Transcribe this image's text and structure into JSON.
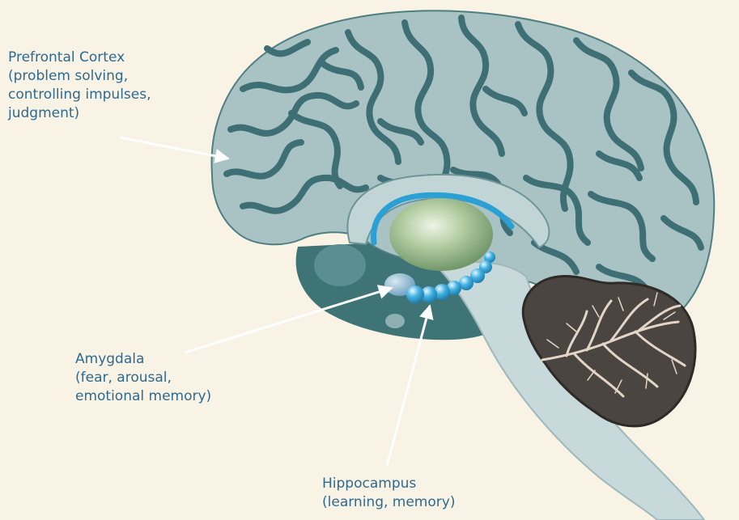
{
  "labels": {
    "prefrontal": {
      "title": "Prefrontal Cortex",
      "desc_1": "(problem solving,",
      "desc_2": "controlling impulses,",
      "desc_3": "judgment)"
    },
    "amygdala": {
      "title": "Amygdala",
      "desc_1": "(fear, arousal,",
      "desc_2": "emotional memory)"
    },
    "hippocampus": {
      "title": "Hippocampus",
      "desc_1": "(learning, memory)"
    }
  },
  "colors": {
    "background": "#f8f3e4",
    "label_text": "#2d6a91",
    "cortex_fill": "#a9c3c4",
    "sulci": "#3d6f74",
    "brainstem": "#3f7476",
    "spinal_cord": "#c7d9da",
    "thalamus": "#9cb98c",
    "limbic_blue": "#2aa0d4",
    "cerebellum": "#4a4541",
    "cerebellum_branches": "#e3d6c8",
    "arrow": "#ffffff"
  }
}
